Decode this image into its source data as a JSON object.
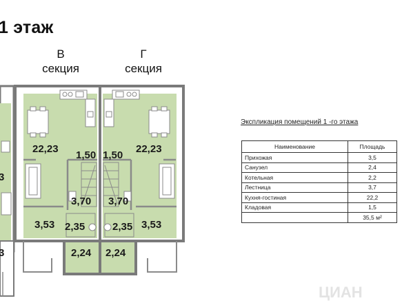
{
  "floor_title": "1 этаж",
  "sections": [
    {
      "letter": "В",
      "word": "секция"
    },
    {
      "letter": "Г",
      "word": "секция"
    }
  ],
  "room_labels": {
    "left_partial_top": "3",
    "left_partial_bottom": "3",
    "v_kitchen": "22,23",
    "v_hall": "1,50",
    "v_stair": "3,70",
    "v_boiler": "3,53",
    "v_wc": "2,35",
    "v_storage": "2,24",
    "g_kitchen": "22,23",
    "g_hall": "1,50",
    "g_stair": "3,70",
    "g_wc": "2,35",
    "g_boiler": "3,53",
    "g_storage": "2,24"
  },
  "explication": {
    "title": "Экспликация  помещений  1 -го этажа",
    "headers": {
      "name": "Наименование",
      "area": "Площадь"
    },
    "rows": [
      {
        "name": "Прихожая",
        "area": "3,5"
      },
      {
        "name": "Санузел",
        "area": "2,4"
      },
      {
        "name": "Котельная",
        "area": "2,2"
      },
      {
        "name": "Лестница",
        "area": "3,7"
      },
      {
        "name": "Кухня-гостиная",
        "area": "22,2"
      },
      {
        "name": "Кладовая",
        "area": "1,5"
      }
    ],
    "total": "35,5 м²"
  },
  "watermark": "ЦИАН",
  "colors": {
    "room_fill": "#c8dcae",
    "wall": "#7a7a7a",
    "furniture": "#ffffff"
  }
}
